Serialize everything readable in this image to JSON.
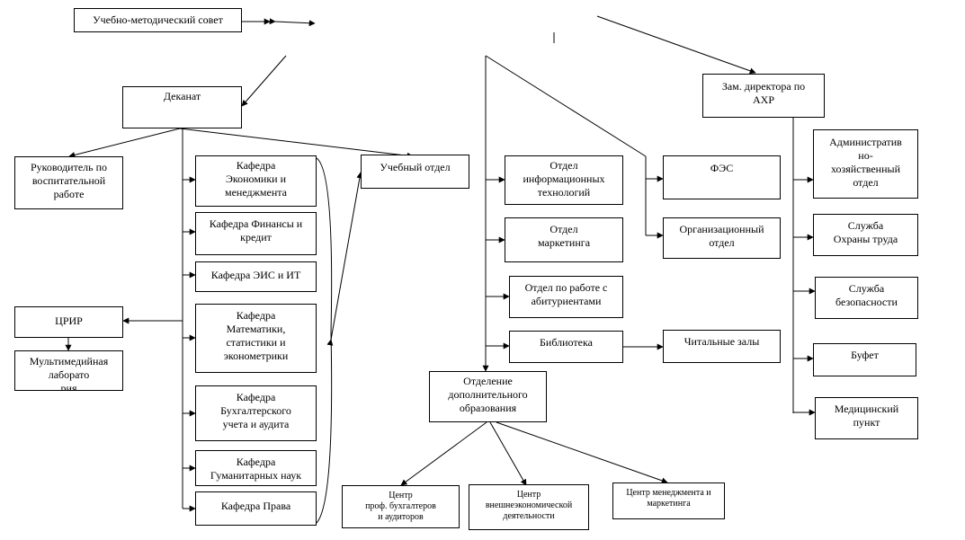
{
  "colors": {
    "line": "#000000",
    "box_border": "#000000",
    "background": "#ffffff"
  },
  "nodes": {
    "uchebno_metodicheskiy_sovet": "Учебно-методический совет",
    "dekanat": "Деканат",
    "zam_direktora_ahr": "Зам. директора по\nАХР",
    "rukovoditel_vospitatelnoy": "Руководитель по\nвоспитательной\nработе",
    "kafedra_ekonomiki": "Кафедра\nЭкономики и\nменеджмента",
    "kafedra_finansy": "Кафедра Финансы и\nкредит",
    "kafedra_eis": "Кафедра ЭИС и ИТ",
    "kafedra_matematiki": "Кафедра\nМатематики,\nстатистики и\nэконометрики",
    "kafedra_buhucheta": "Кафедра\nБухгалтерского\nучета и аудита",
    "kafedra_gumanitarnyh": "Кафедра\nГуманитарных наук",
    "kafedra_prava": "Кафедра Права",
    "tsrir": "ЦРИР",
    "multimedia_lab": "Мультимедийная\nлаборато\nрия",
    "uchebny_otdel": "Учебный отдел",
    "otdel_it": "Отдел\nинформационных\nтехнологий",
    "otdel_marketinga": "Отдел\nмаркетинга",
    "otdel_abiturienty": "Отдел по работе с\nабитуриентами",
    "biblioteka": "Библиотека",
    "chitalnye_zaly": "Читальные залы",
    "otdelenie_dop_obrazovaniya": "Отделение\nдополнительного\nобразования",
    "fes": "ФЭС",
    "organizatsionny_otdel": "Организационный\nотдел",
    "adm_hoz_otdel": "Административ\nно-\nхозяйственный\nотдел",
    "sluzhba_ohrany_truda": "Служба\nОхраны труда",
    "sluzhba_bezopasnosti": "Служба\nбезопасности",
    "bufet": "Буфет",
    "med_punkt": "Медицинский\nпункт",
    "tsentr_buhgalterov": "Центр\nпроф. бухгалтеров\nи аудиторов",
    "tsentr_ved": "Центр\nвнешнеэкономической\nдеятельности",
    "tsentr_menedzhmenta": "Центр менеджмента и\nмаркетинга"
  }
}
